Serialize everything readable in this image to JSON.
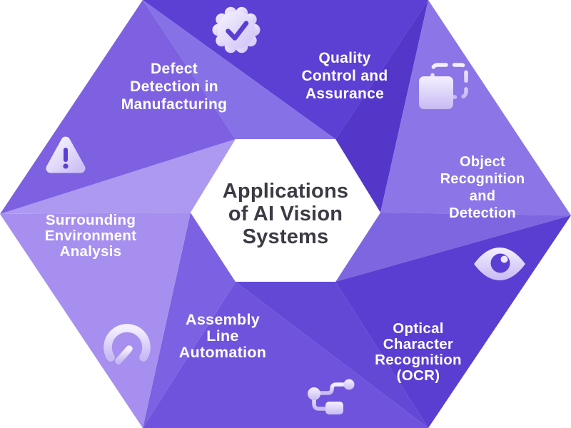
{
  "center": {
    "lines": [
      "Applications",
      "of AI Vision",
      "Systems"
    ],
    "bg": "#FFFFFF",
    "text_color": "#3B3B45"
  },
  "palette": {
    "label_text": "#FFFFFF",
    "icon_fill_light": "#F4F0FF",
    "icon_fill_deep": "#C8BAF4",
    "icon_detail": "#5B3ED2",
    "dark_purple": "#5C3FD3",
    "medium_purple": "#7D61E1",
    "light_purple": "#A78FEF"
  },
  "segments": [
    {
      "id": "quality-control",
      "lines": [
        "Quality",
        "Control and",
        "Assurance"
      ],
      "icon": "badge-check-icon",
      "color_main": "#5C3FD3",
      "color_accent": "#5437C9"
    },
    {
      "id": "object-recognition",
      "lines": [
        "Object",
        "Recognition",
        "and",
        "Detection"
      ],
      "icon": "selection-frame-icon",
      "color_main": "#8B75E7",
      "color_accent": "#7E66E0"
    },
    {
      "id": "optical-character-recognition",
      "lines": [
        "Optical",
        "Character",
        "Recognition",
        "(OCR)"
      ],
      "icon": "eye-icon",
      "color_main": "#5A3DD1",
      "color_accent": "#6348D6"
    },
    {
      "id": "assembly-line-automation",
      "lines": [
        "Assembly",
        "Line",
        "Automation"
      ],
      "icon": "flowchart-icon",
      "color_main": "#6F53DC",
      "color_accent": "#7C62E2"
    },
    {
      "id": "surrounding-environment-analysis",
      "lines": [
        "Surrounding",
        "Environment",
        "Analysis"
      ],
      "icon": "gauge-icon",
      "color_main": "#A78FEF",
      "color_accent": "#AE99F1"
    },
    {
      "id": "defect-detection",
      "lines": [
        "Defect",
        "Detection in",
        "Manufacturing"
      ],
      "icon": "warning-icon",
      "color_main": "#7D61E1",
      "color_accent": "#8672E6"
    }
  ]
}
